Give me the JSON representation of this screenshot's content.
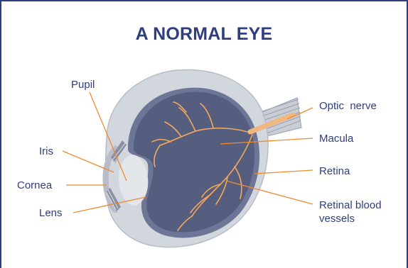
{
  "diagram": {
    "title": "A NORMAL EYE",
    "labels": {
      "pupil": "Pupil",
      "iris": "Iris",
      "cornea": "Cornea",
      "lens": "Lens",
      "optic_nerve": "Optic  nerve",
      "macula": "Macula",
      "retina": "Retina",
      "retinal_blood_vessels_line1": "Retinal blood",
      "retinal_blood_vessels_line2": "vessels"
    },
    "colors": {
      "frame": "#2f3e7e",
      "text": "#2f3e7e",
      "pointer": "#f08a2c",
      "vessels": "#f5a85a",
      "sclera": "#d2d6dd",
      "interior": "#565e80",
      "choroid": "#6d7696",
      "nerve": "#c9cdd6"
    }
  }
}
